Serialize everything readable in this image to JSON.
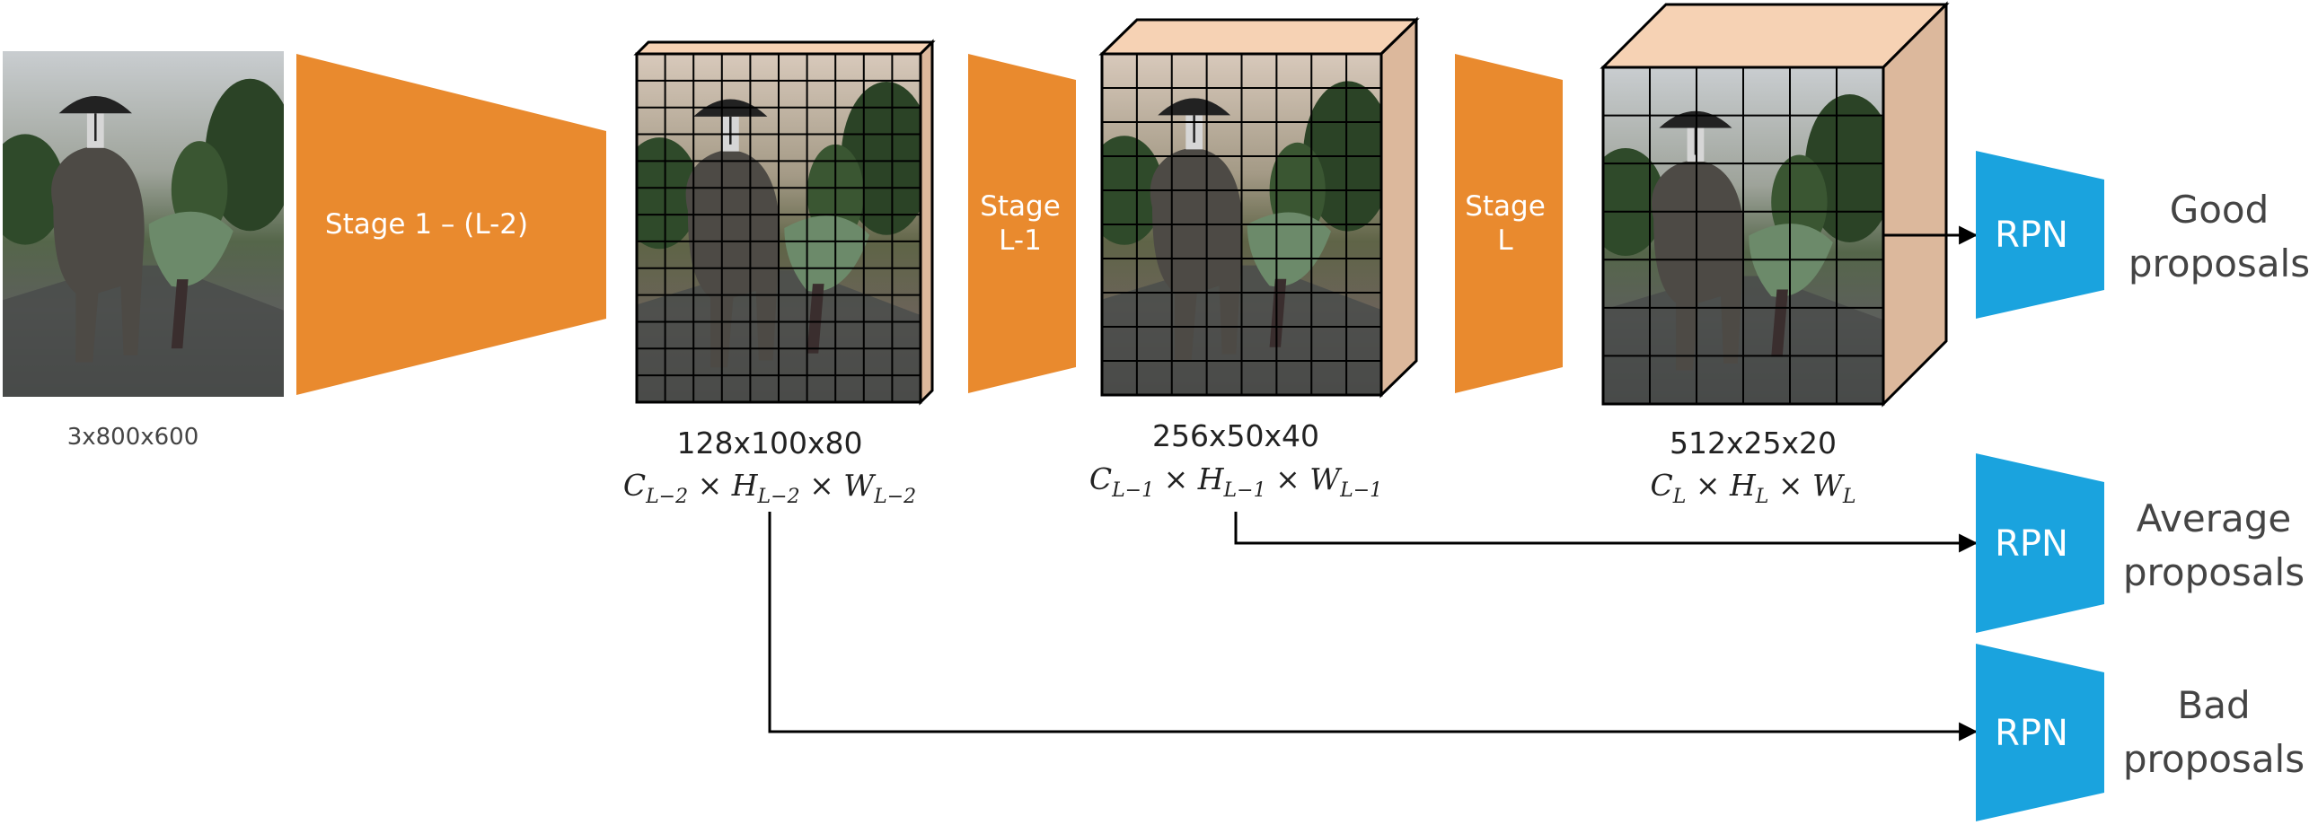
{
  "input_image": {
    "description_label": "3x800x600"
  },
  "stages": [
    {
      "id": "stage-1",
      "label_lines": [
        "Stage 1 – (L-2)"
      ]
    },
    {
      "id": "stage-l-1",
      "label_lines": [
        "Stage",
        "L-1"
      ]
    },
    {
      "id": "stage-l",
      "label_lines": [
        "Stage",
        "L"
      ]
    }
  ],
  "feature_maps": [
    {
      "id": "fm-l-2",
      "size": "128x100x80",
      "formula": "C",
      "sub": "L−2",
      "f2": "H",
      "f3": "W",
      "formula_text": "C_{L−2} × H_{L−2} × W_{L−2}"
    },
    {
      "id": "fm-l-1",
      "size": "256x50x40",
      "formula_text": "C_{L−1} × H_{L−1} × W_{L−1}"
    },
    {
      "id": "fm-l",
      "size": "512x25x20",
      "formula_text": "C_L × H_L × W_L"
    }
  ],
  "formula_parts": {
    "fm_l_2": {
      "c": "C",
      "h": "H",
      "w": "W",
      "sub": "L−2",
      "times": "×"
    },
    "fm_l_1": {
      "c": "C",
      "h": "H",
      "w": "W",
      "sub": "L−1",
      "times": "×"
    },
    "fm_l": {
      "c": "C",
      "h": "H",
      "w": "W",
      "sub": "L",
      "times": "×"
    }
  },
  "rpns": [
    {
      "id": "rpn-good",
      "label": "RPN",
      "output_lines": [
        "Good",
        "proposals"
      ]
    },
    {
      "id": "rpn-average",
      "label": "RPN",
      "output_lines": [
        "Average",
        "proposals"
      ]
    },
    {
      "id": "rpn-bad",
      "label": "RPN",
      "output_lines": [
        "Bad",
        "proposals"
      ]
    }
  ],
  "colors": {
    "stage_orange": "#e98a2e",
    "cube_side": "#dcb89c",
    "cube_top": "#f6d2b4",
    "rpn_blue": "#1aa3de",
    "line": "#000000",
    "text_gray": "#444444"
  },
  "icons": {
    "photo": "elephant-photo-icon"
  }
}
